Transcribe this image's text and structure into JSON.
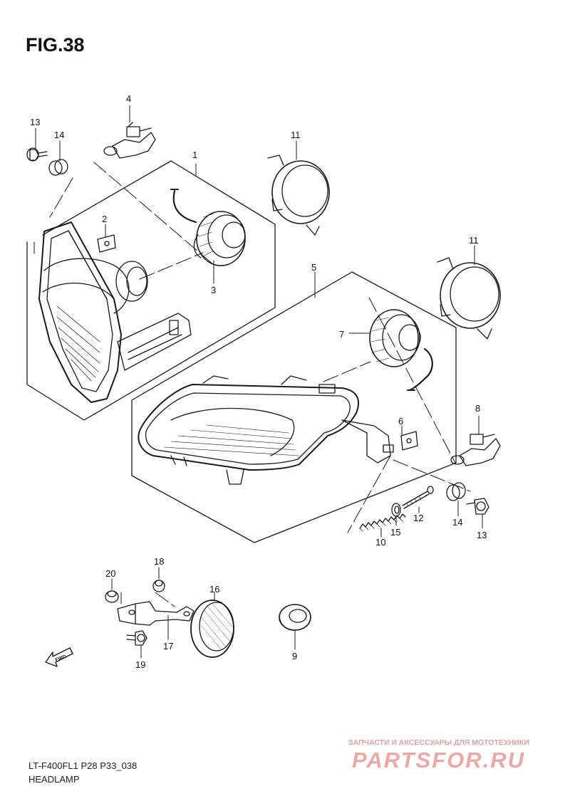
{
  "figure": {
    "title": "FIG.38"
  },
  "footer": {
    "model_code": "LT-F400FL1 P28 P33_038",
    "section_name": "HEADLAMP"
  },
  "callouts": [
    {
      "id": "1",
      "label": "1"
    },
    {
      "id": "2",
      "label": "2"
    },
    {
      "id": "3",
      "label": "3"
    },
    {
      "id": "4",
      "label": "4"
    },
    {
      "id": "5",
      "label": "5"
    },
    {
      "id": "6",
      "label": "6"
    },
    {
      "id": "7",
      "label": "7"
    },
    {
      "id": "8",
      "label": "8"
    },
    {
      "id": "9",
      "label": "9"
    },
    {
      "id": "10",
      "label": "10"
    },
    {
      "id": "11a",
      "label": "11"
    },
    {
      "id": "11b",
      "label": "11"
    },
    {
      "id": "12",
      "label": "12"
    },
    {
      "id": "13a",
      "label": "13"
    },
    {
      "id": "13b",
      "label": "13"
    },
    {
      "id": "14a",
      "label": "14"
    },
    {
      "id": "14b",
      "label": "14"
    },
    {
      "id": "15",
      "label": "15"
    },
    {
      "id": "16",
      "label": "16"
    },
    {
      "id": "17",
      "label": "17"
    },
    {
      "id": "18",
      "label": "18"
    },
    {
      "id": "19",
      "label": "19"
    },
    {
      "id": "20",
      "label": "20"
    }
  ],
  "fwd_label": "FWD",
  "watermark": {
    "tagline": "ЗАПЧАСТИ И АКСЕССУАРЫ ДЛЯ МОТОТЕХНИКИ",
    "logo_text": "PARTSFOR.RU"
  }
}
